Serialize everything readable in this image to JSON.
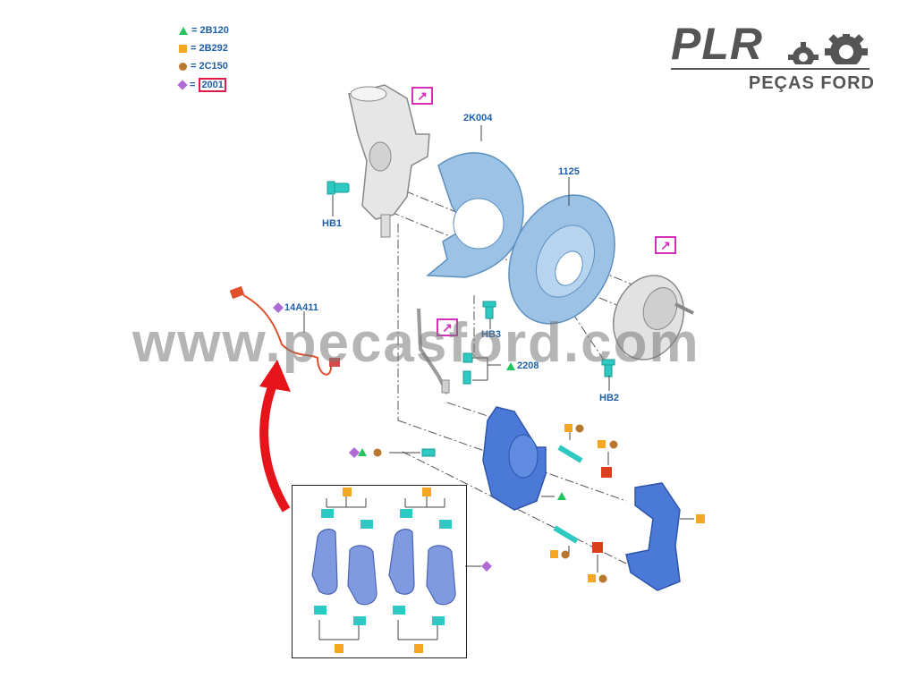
{
  "legend": [
    {
      "symbol": "triangle",
      "color": "#22c55e",
      "text": "= 2B120"
    },
    {
      "symbol": "square",
      "color": "#f5a623",
      "text": "= 2B292"
    },
    {
      "symbol": "circle",
      "color": "#b8762e",
      "text": "= 2C150"
    },
    {
      "symbol": "diamond",
      "color": "#b06ad6",
      "text": "=",
      "boxed_text": "2001"
    }
  ],
  "brand": {
    "logo_text": "PLR",
    "subtitle": "PEÇAS FORD"
  },
  "watermark": "www.pecasford.com",
  "part_labels": {
    "p2k004": "2K004",
    "p1125": "1125",
    "hb1": "HB1",
    "hb2": "HB2",
    "hb3": "HB3",
    "p14a411": "14A411",
    "p2208": "2208"
  },
  "icons": {
    "external_link": "external-link-icon",
    "gear": "gear-icon"
  },
  "colors": {
    "label_blue": "#1f5fa8",
    "part_blue": "#4a79d8",
    "shield_blue": "#9cc3e6",
    "fastener_teal": "#2fc9c4",
    "arrow_red": "#e8141b",
    "sensor_red": "#e0502a",
    "link_magenta": "#d62fb8"
  }
}
